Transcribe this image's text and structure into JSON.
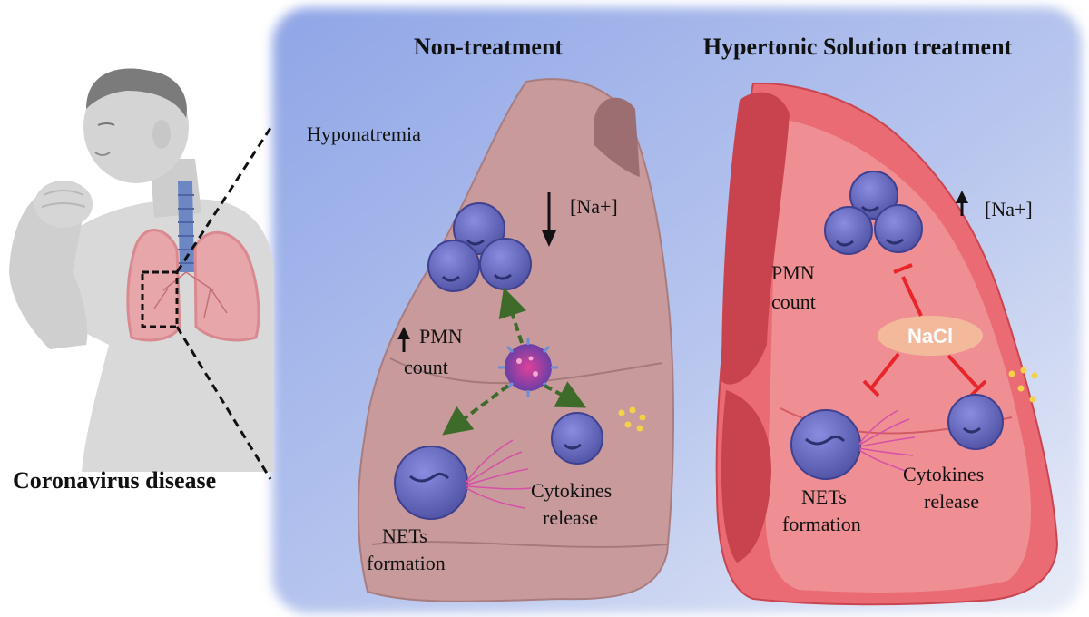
{
  "left_caption": "Coronavirus disease",
  "panel_nontreatment": {
    "title": "Non-treatment",
    "condition": "Hyponatremia",
    "sodium": "[Na+]",
    "sodium_direction": "down",
    "pmn_line1": "PMN",
    "pmn_line2": "count",
    "pmn_direction": "up",
    "nets_line1": "NETs",
    "nets_line2": "formation",
    "cyto_line1": "Cytokines",
    "cyto_line2": "release"
  },
  "panel_treatment": {
    "title": "Hypertonic Solution treatment",
    "sodium": "[Na+]",
    "sodium_direction": "up",
    "pmn_line1": "PMN",
    "pmn_line2": "count",
    "inhibitor": "NaCl",
    "nets_line1": "NETs",
    "nets_line2": "formation",
    "cyto_line1": "Cytokines",
    "cyto_line2": "release"
  },
  "colors": {
    "background_blue": "#9fb3e8",
    "lung_nontreated": "#c99a9b",
    "lung_treated": "#ea6b74",
    "cell": "#6d6fbf",
    "activation_arrow": "#3f6b2a",
    "inhibition": "#e8252a",
    "nacl_oval": "#f2b99a"
  }
}
